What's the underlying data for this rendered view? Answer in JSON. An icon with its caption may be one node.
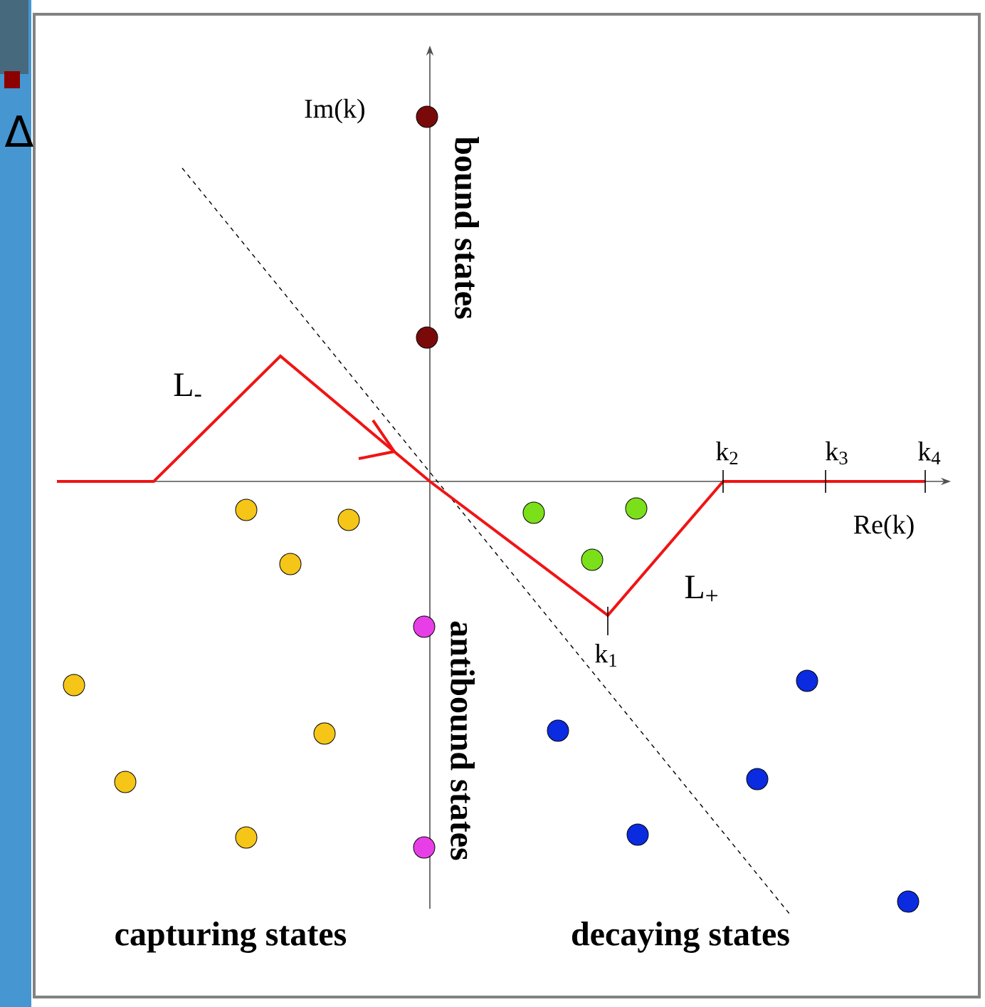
{
  "diagram": {
    "labels": [
      "Δ",
      "Im(k)",
      "bound states",
      "L$_{-}$",
      "k$_{2}$",
      "k$_{3}$",
      "k$_{4}$",
      "Re(k)",
      "antibound states",
      "L$_{+}$",
      "k$_{1}$",
      "capturing states",
      "decaying states"
    ]
  }
}
